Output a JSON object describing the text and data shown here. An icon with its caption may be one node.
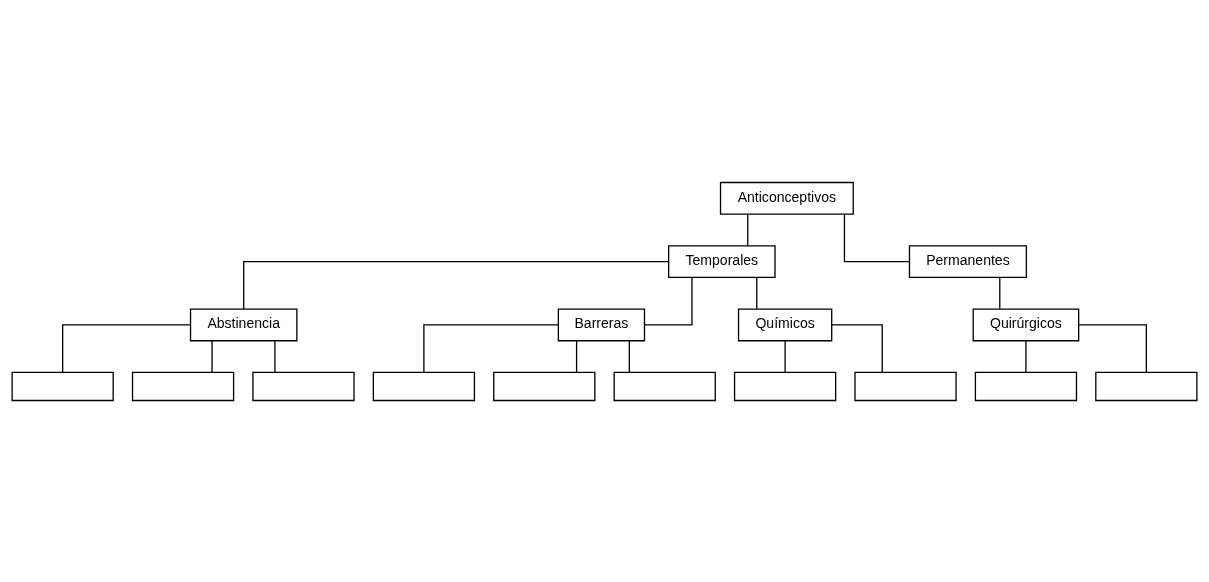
{
  "diagram": {
    "nodes": [
      {
        "text": [
          "Anticonceptivos"
        ]
      },
      {
        "text": [
          "Temporales"
        ]
      },
      {
        "text": [
          "Permanentes"
        ]
      },
      {
        "text": [
          "Abstinencia"
        ]
      },
      {
        "text": [
          "Barreras"
        ]
      },
      {
        "text": [
          "Químicos"
        ]
      },
      {
        "text": [
          "Quirúrgicos"
        ]
      },
      {
        "text": [],
        "shape": "box"
      },
      {
        "text": [],
        "shape": "box"
      },
      {
        "text": [],
        "shape": "box"
      },
      {
        "text": [],
        "shape": "box"
      },
      {
        "text": [],
        "shape": "box"
      },
      {
        "text": [],
        "shape": "box"
      },
      {
        "text": [],
        "shape": "box"
      },
      {
        "text": [],
        "shape": "box"
      },
      {
        "text": [],
        "shape": "box"
      },
      {
        "text": [],
        "shape": "box"
      }
    ],
    "edges": [
      {
        "from": 0,
        "to": 1,
        "arrow": "none"
      },
      {
        "from": 0,
        "to": 2,
        "arrow": "none"
      },
      {
        "from": 1,
        "to": 3,
        "arrow": "none"
      },
      {
        "from": 1,
        "to": 4,
        "arrow": "none"
      },
      {
        "from": 1,
        "to": 5,
        "arrow": "none"
      },
      {
        "from": 2,
        "to": 6,
        "arrow": "none"
      },
      {
        "from": 3,
        "to": 7,
        "arrow": "none"
      },
      {
        "from": 3,
        "to": 8,
        "arrow": "none"
      },
      {
        "from": 3,
        "to": 9,
        "arrow": "none"
      },
      {
        "from": 4,
        "to": 10,
        "arrow": "none"
      },
      {
        "from": 4,
        "to": 11,
        "arrow": "none"
      },
      {
        "from": 4,
        "to": 12,
        "arrow": "none"
      },
      {
        "from": 5,
        "to": 13,
        "arrow": "none"
      },
      {
        "from": 5,
        "to": 14,
        "arrow": "none"
      },
      {
        "from": 6,
        "to": 15,
        "arrow": "none"
      },
      {
        "from": 6,
        "to": 16,
        "arrow": "none"
      }
    ]
  }
}
